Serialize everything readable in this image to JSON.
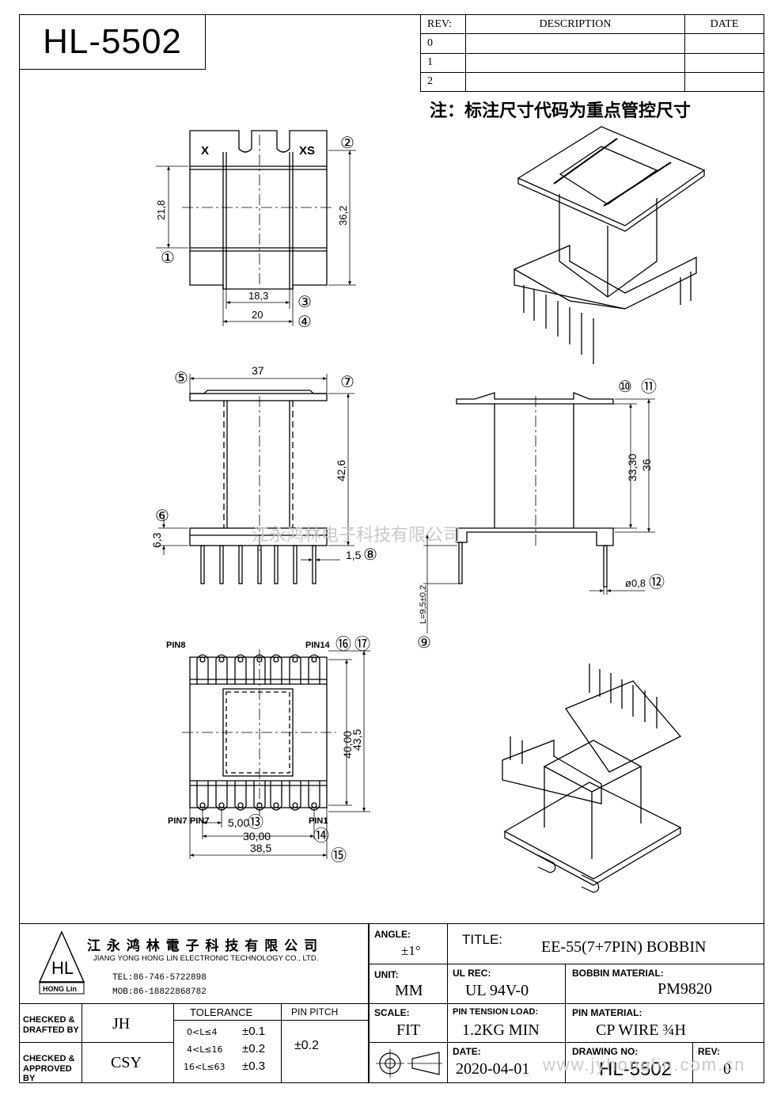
{
  "header": {
    "model": "HL-5502",
    "rev_columns": [
      "REV:",
      "DESCRIPTION",
      "DATE"
    ],
    "rev_rows": [
      "0",
      "1",
      "2"
    ]
  },
  "note": "注：标注尺寸代码为重点管控尺寸",
  "top_view": {
    "marks": [
      "X",
      "XS"
    ],
    "dims": [
      "21,8",
      "36,2",
      "18,3",
      "20"
    ],
    "callouts": [
      "①",
      "②",
      "③",
      "④"
    ]
  },
  "front_view": {
    "dims": [
      "37",
      "42,6",
      "6,3",
      "1,5"
    ],
    "callouts": [
      "⑤",
      "⑥",
      "⑦",
      "⑧"
    ]
  },
  "side_view": {
    "dims": [
      "33,30",
      "36",
      "L=9,5±0,2",
      "ø0,8"
    ],
    "callouts": [
      "⑨",
      "⑩",
      "⑪",
      "⑫"
    ]
  },
  "bottom_view": {
    "pins": [
      "PIN8",
      "PIN14",
      "PIN7",
      "PIN7",
      "PIN1"
    ],
    "dims": [
      "40,00",
      "43,5",
      "5,00",
      "30,00",
      "38,5"
    ],
    "callouts": [
      "⑬",
      "⑭",
      "⑮",
      "⑯",
      "⑰"
    ]
  },
  "watermarks": [
    "江永鸿林电子科技有限公司",
    "www.jyhonglin.com.cn"
  ],
  "company": {
    "name_cn": "江 永 鸿 林 電 子 科 技 有 限 公 司",
    "name_en": "JIANG YONG HONG LIN ELECTRONIC TECHNOLOGY CO., LTD.",
    "tel": "TEL:86-746-5722898",
    "mob": "MOB:86-18822868782",
    "logo_text": "HL",
    "logo_sub": "HONG Lin"
  },
  "title_block": {
    "angle_label": "ANGLE:",
    "angle_value": "±1°",
    "title_label": "TITLE:",
    "title_value": "EE-55(7+7PIN) BOBBIN",
    "unit_label": "UNIT:",
    "unit_value": "MM",
    "ulrec_label": "UL REC:",
    "ulrec_value": "UL 94V-0",
    "bobbin_label": "BOBBIN MATERIAL:",
    "bobbin_value": "PM9820",
    "checked_drafted_label_1": "CHECKED &",
    "checked_drafted_label_2": "DRAFTED BY",
    "drafted_value": "JH",
    "tolerance_label": "TOLERANCE",
    "tol_rows": [
      [
        "0<L≤4",
        "±0.1"
      ],
      [
        "4<L≤16",
        "±0.2"
      ],
      [
        "16<L≤63",
        "±0.3"
      ]
    ],
    "pin_pitch_label": "PIN PITCH",
    "pin_pitch_value": "±0.2",
    "scale_label": "SCALE:",
    "scale_value": "FIT",
    "pin_tension_label": "PIN TENSION LOAD:",
    "pin_tension_value": "1.2KG MIN",
    "pin_material_label": "PIN MATERIAL:",
    "pin_material_value": "CP WIRE ¾H",
    "checked_approved_label_1": "CHECKED &",
    "checked_approved_label_2": "APPROVED BY",
    "approved_value": "CSY",
    "date_label": "DATE:",
    "date_value": "2020-04-01",
    "drawing_no_label": "DRAWING NO:",
    "drawing_no_value": "HL-5502",
    "rev_label": "REV:",
    "rev_value": "0"
  }
}
